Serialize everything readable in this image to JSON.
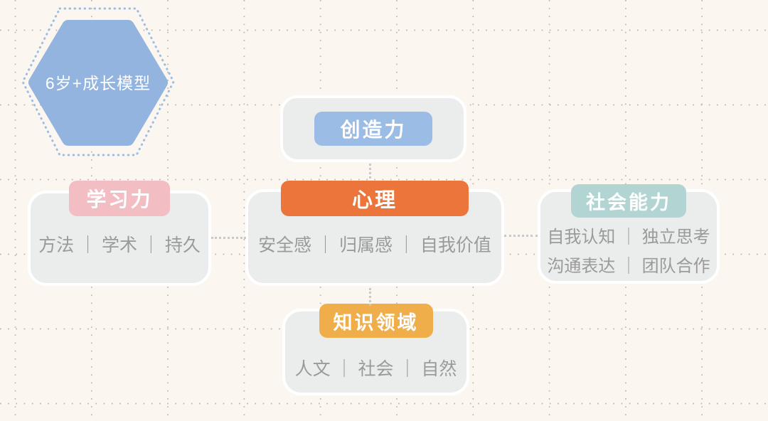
{
  "hexagon": {
    "title": "6岁+成长模型"
  },
  "cards": {
    "creativity": {
      "label": "创造力"
    },
    "learning": {
      "label": "学习力",
      "items": "方法 ｜ 学术 ｜ 持久"
    },
    "psychology": {
      "label": "心理",
      "items": "安全感 ｜ 归属感 ｜ 自我价值"
    },
    "social": {
      "label": "社会能力",
      "items_line1": "自我认知 ｜ 独立思考",
      "items_line2": "沟通表达 ｜ 团队合作"
    },
    "knowledge": {
      "label": "知识领域",
      "items": "人文 ｜ 社会 ｜ 自然"
    }
  },
  "colors": {
    "background": "#fbf7f0",
    "card_fill": "#ebedec",
    "body_text": "#9a9a9a",
    "hexagon": "#93b4df",
    "hexagon_dash": "#9dbde4",
    "creativity": "#9abce5",
    "learning": "#f3bdc4",
    "psychology": "#ec753b",
    "social": "#b2d5d4",
    "knowledge": "#efae49",
    "connector": "#c9c9c9",
    "grid_dot": "#a9a59d"
  }
}
